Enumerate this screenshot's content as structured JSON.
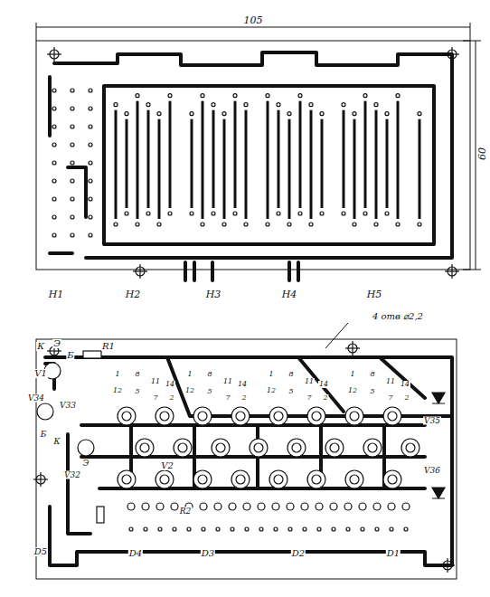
{
  "diagram": {
    "labels": [
      "105",
      "60",
      "Н1",
      "Н2",
      "Н3",
      "Н4",
      "Н5",
      "4 отв ⌀2,2",
      "К",
      "Э",
      "Б",
      "R1",
      "V1",
      "V34",
      "V33",
      "К",
      "Б",
      "Э",
      "V32",
      "V2",
      "R2",
      "V35",
      "V36",
      "D5",
      "D4",
      "D3",
      "D2",
      "D1",
      "1",
      "8",
      "11",
      "14",
      "12",
      "5",
      "7",
      "2",
      "1",
      "8",
      "11",
      "14",
      "12",
      "5",
      "7",
      "2",
      "1",
      "8",
      "11",
      "14",
      "12",
      "5",
      "7",
      "2",
      "1",
      "8",
      "11",
      "14",
      "12",
      "5",
      "7",
      "2"
    ]
  }
}
